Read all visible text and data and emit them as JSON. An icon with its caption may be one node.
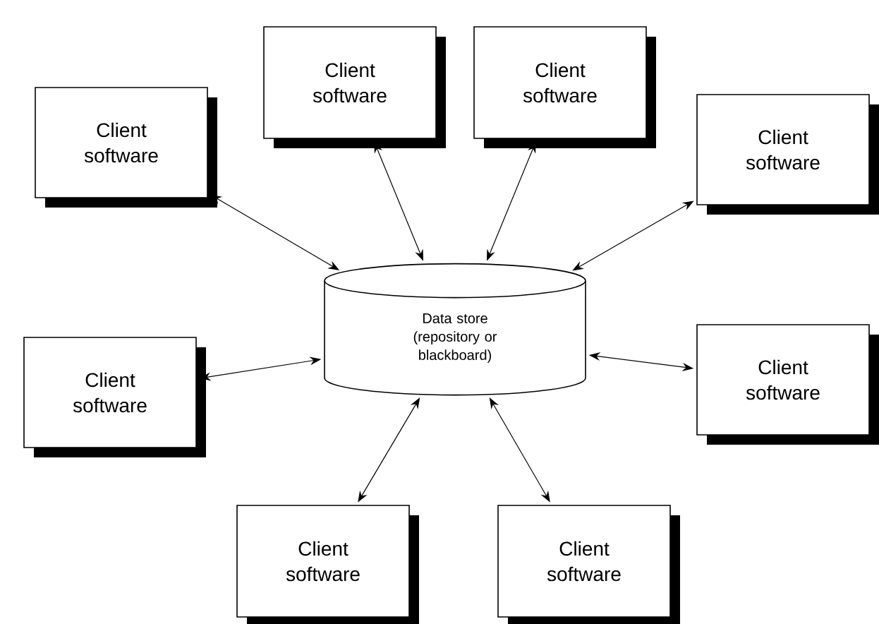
{
  "diagram": {
    "nodes": [
      {
        "text": [
          "Client software"
        ]
      },
      {
        "text": [
          "Client software"
        ]
      },
      {
        "text": [
          "Client software"
        ]
      },
      {
        "text": [
          "Client software"
        ]
      },
      {
        "text": [
          "Data store (repository or blackboard)"
        ]
      },
      {
        "text": [
          "Client software"
        ]
      },
      {
        "text": [
          "Client software"
        ]
      },
      {
        "text": [
          "Client software"
        ]
      },
      {
        "text": [
          "Client software"
        ]
      }
    ],
    "edges": [
      {
        "from": 0,
        "to": 4,
        "arrow": "both"
      },
      {
        "from": 1,
        "to": 4,
        "arrow": "both"
      },
      {
        "from": 2,
        "to": 4,
        "arrow": "both"
      },
      {
        "from": 3,
        "to": 4,
        "arrow": "both"
      },
      {
        "from": 5,
        "to": 4,
        "arrow": "both"
      },
      {
        "from": 6,
        "to": 4,
        "arrow": "both"
      },
      {
        "from": 7,
        "to": 4,
        "arrow": "both"
      },
      {
        "from": 8,
        "to": 4,
        "arrow": "both"
      }
    ]
  }
}
